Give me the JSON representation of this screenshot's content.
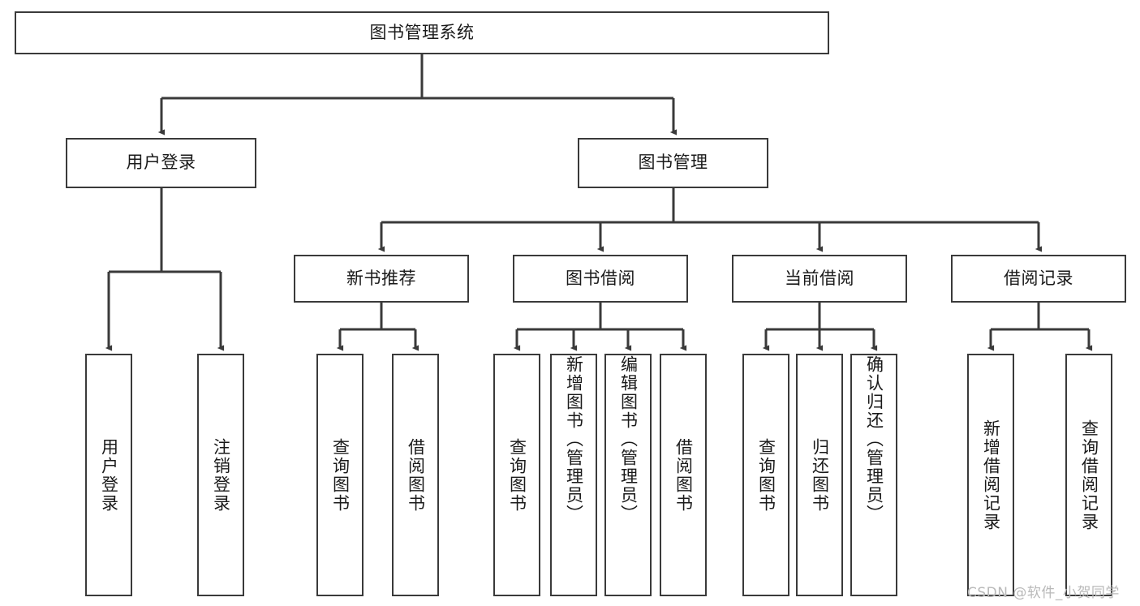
{
  "diagram": {
    "type": "tree-hierarchy-chart",
    "title": "图书管理系统",
    "watermark": "CSDN @软件_小贺同学",
    "colors": {
      "box_border": "#3a3a3a",
      "box_fill": "#ffffff",
      "connector": "#3a3a3a",
      "text": "#1a1a1a",
      "watermark": "#b9b9b9"
    },
    "nodes": {
      "root": {
        "label": "图书管理系统"
      },
      "level2": [
        {
          "label": "用户登录"
        },
        {
          "label": "图书管理"
        }
      ],
      "level3": [
        {
          "label": "新书推荐"
        },
        {
          "label": "图书借阅"
        },
        {
          "label": "当前借阅"
        },
        {
          "label": "借阅记录"
        }
      ],
      "leaves": {
        "user_login": [
          {
            "label": "用户登录"
          },
          {
            "label": "注销登录"
          }
        ],
        "new_book_recommend": [
          {
            "label": "查询图书"
          },
          {
            "label": "借阅图书"
          }
        ],
        "book_borrow": [
          {
            "label": "查询图书"
          },
          {
            "label": "新增图书（管理员）"
          },
          {
            "label": "编辑图书（管理员）"
          },
          {
            "label": "借阅图书"
          }
        ],
        "current_borrow": [
          {
            "label": "查询图书"
          },
          {
            "label": "归还图书"
          },
          {
            "label": "确认归还（管理员）"
          }
        ],
        "borrow_records": [
          {
            "label": "新增借阅记录"
          },
          {
            "label": "查询借阅记录"
          }
        ]
      }
    }
  }
}
